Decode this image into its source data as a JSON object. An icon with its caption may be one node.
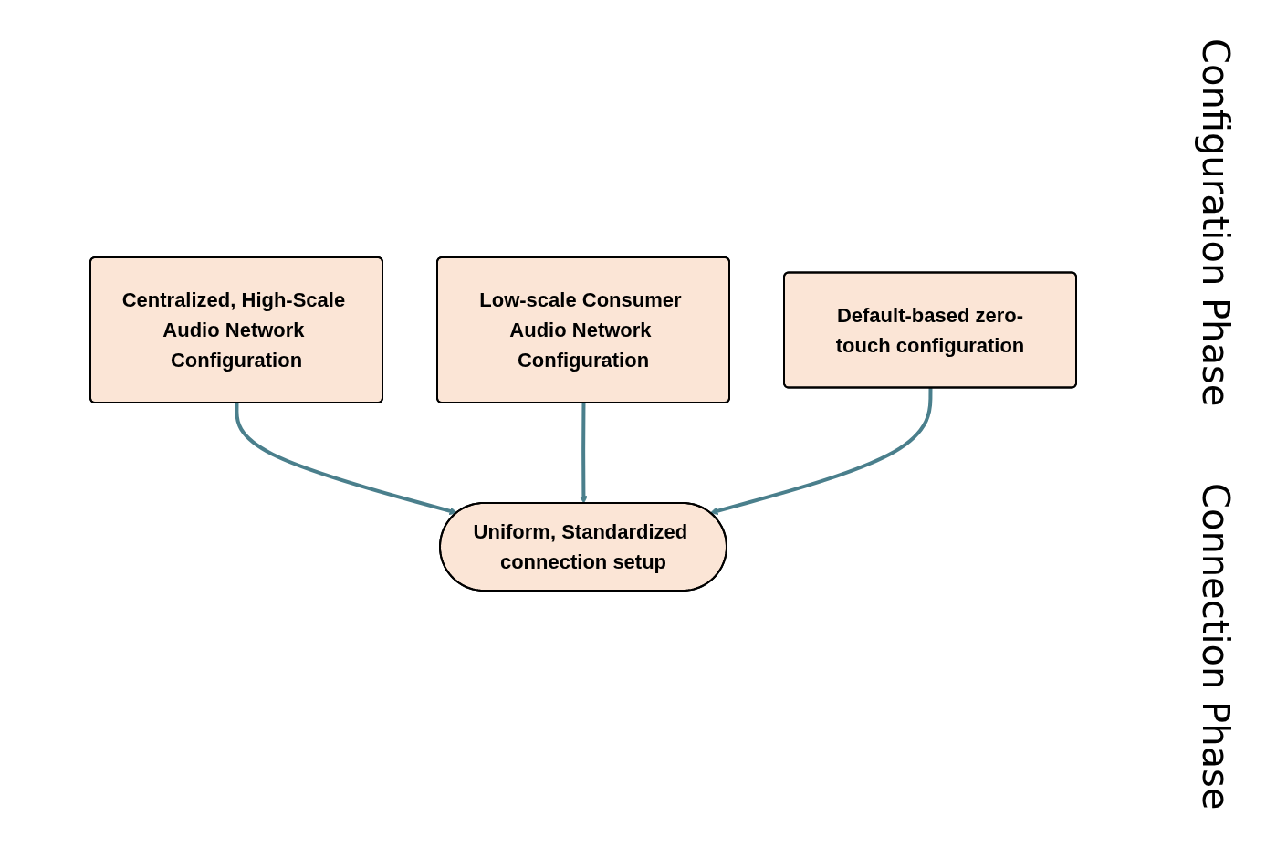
{
  "diagram": {
    "nodes": [
      {
        "text": [
          "Centralized, High-Scale Audio Network Configuration"
        ]
      },
      {
        "text": [
          "Low-scale Consumer Audio Network Configuration"
        ]
      },
      {
        "text": [
          "Default-based zero-touch configuration"
        ]
      },
      {
        "text": [
          "Uniform, Standardized connection setup"
        ]
      }
    ],
    "edges": [
      {
        "from": 0,
        "to": 3,
        "arrow": "to"
      },
      {
        "from": 1,
        "to": 3,
        "arrow": "to"
      },
      {
        "from": 2,
        "to": 3,
        "arrow": "to"
      }
    ],
    "labels": [
      "Configuration Phase",
      "Connection Phase"
    ]
  }
}
